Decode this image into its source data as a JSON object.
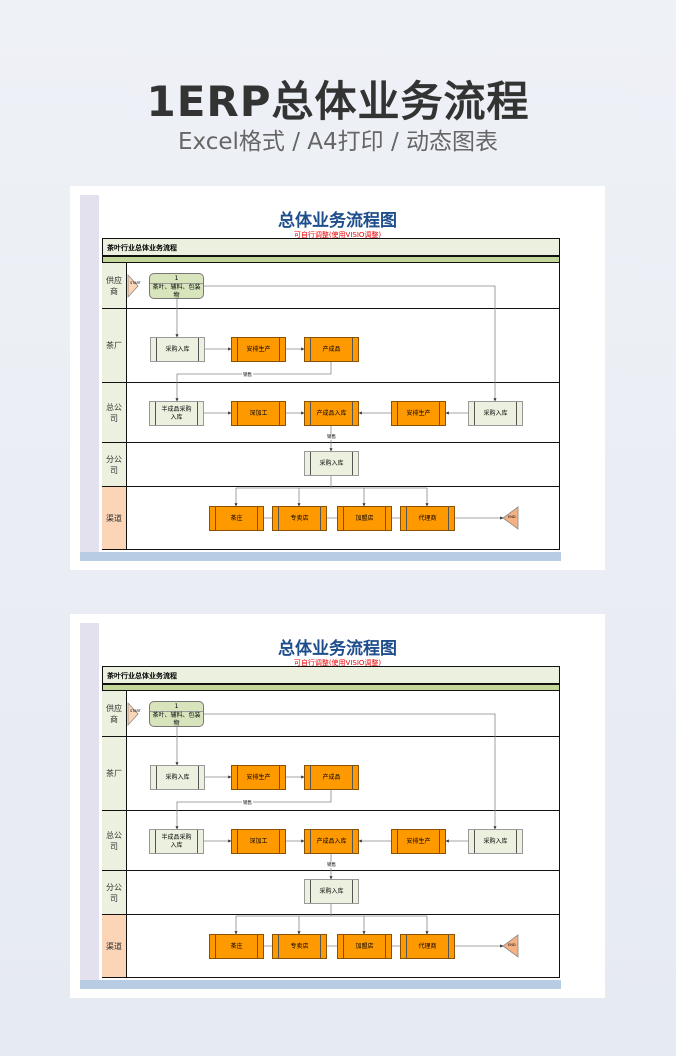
{
  "header": {
    "title": "1ERP总体业务流程",
    "subtitle": "Excel格式 / A4打印 / 动态图表"
  },
  "sheet": {
    "title": "总体业务流程图",
    "note": "可自行调整(使用VISIO调整)",
    "table_header": "茶叶行业总体业务流程",
    "lanes": [
      "供应商",
      "茶厂",
      "总公司",
      "分公司",
      "渠道"
    ],
    "supplier_box": {
      "number": "1",
      "label": "茶叶、辅料、包装物"
    },
    "start": "START",
    "end": "END",
    "factory": [
      "采购入库",
      "安排生产",
      "产成品"
    ],
    "hq": [
      "半成品采购入库",
      "深加工",
      "产成品入库",
      "安排生产",
      "采购入库"
    ],
    "branch": [
      "采购入库"
    ],
    "channels": [
      "茶庄",
      "专卖店",
      "加盟店",
      "代理商"
    ],
    "flow_labels": [
      "销售",
      "销售"
    ]
  },
  "colors": {
    "orange": "#ff9900",
    "green": "#ebf1de",
    "title": "#1f4e8c"
  }
}
